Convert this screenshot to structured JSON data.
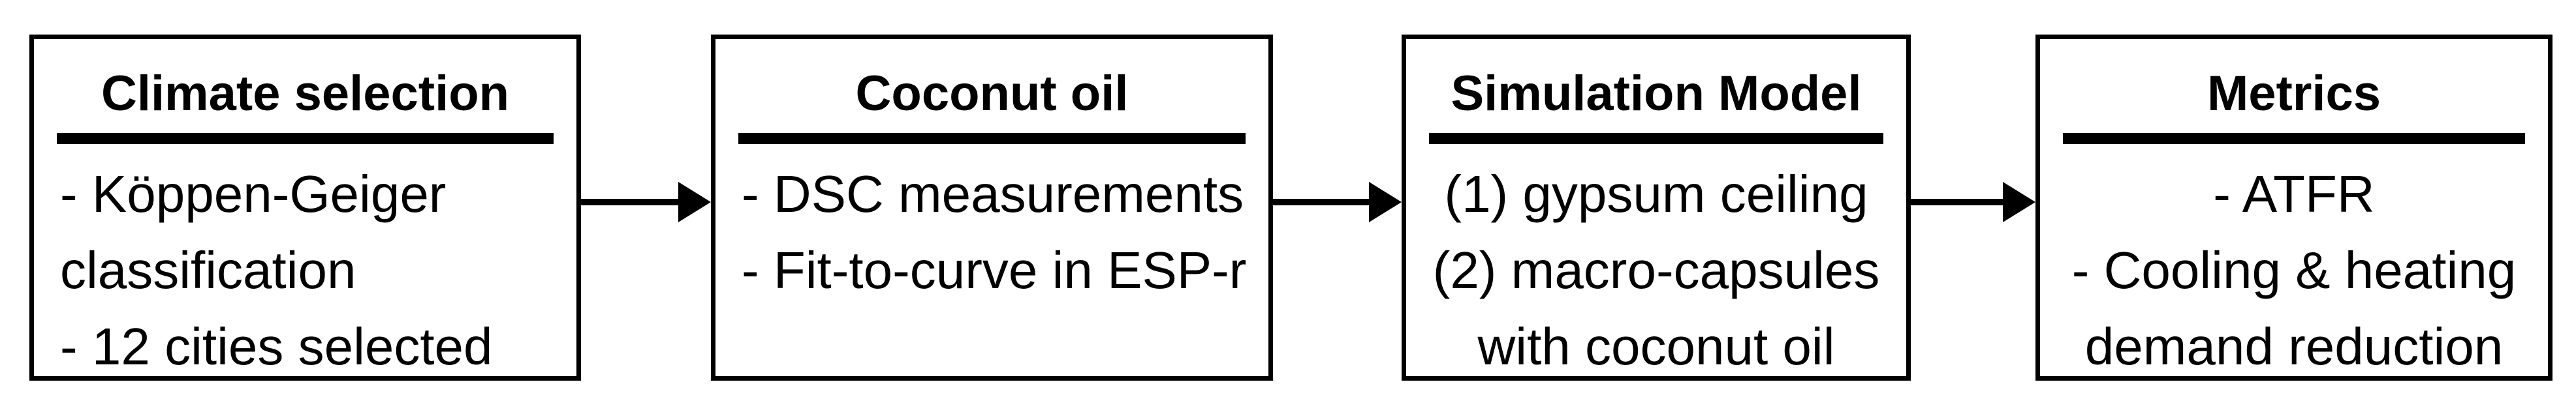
{
  "figure": {
    "background_color": "#ffffff",
    "line_color": "#000000",
    "boxes": [
      {
        "title": "Climate selection",
        "align": "left",
        "lines": [
          "- Köppen-Geiger",
          "classification",
          "- 12 cities selected"
        ]
      },
      {
        "title": "Coconut oil",
        "align": "left",
        "lines": [
          "- DSC measurements",
          "- Fit-to-curve in ESP-r"
        ]
      },
      {
        "title": "Simulation Model",
        "align": "center",
        "lines": [
          "(1) gypsum ceiling",
          "(2) macro-capsules",
          "with coconut oil"
        ]
      },
      {
        "title": "Metrics",
        "align": "center",
        "lines": [
          "- ATFR",
          "- Cooling & heating",
          "demand reduction"
        ]
      }
    ],
    "arrows": [
      {
        "direction": "right"
      },
      {
        "direction": "right"
      },
      {
        "direction": "right"
      }
    ]
  }
}
